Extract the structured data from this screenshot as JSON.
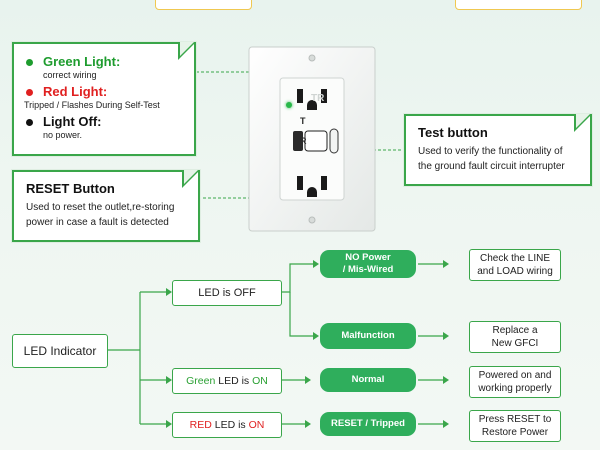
{
  "legend": {
    "green": {
      "label": "Green Light:",
      "desc": "correct wiring",
      "color": "#1e9c2e"
    },
    "red": {
      "label": "Red Light:",
      "desc": "Tripped / Flashes During Self-Test",
      "color": "#e02020"
    },
    "off": {
      "label": "Light Off:",
      "desc": "no power.",
      "color": "#111111"
    }
  },
  "test_callout": {
    "title": "Test button",
    "desc_1": "Used to verify the functionality of",
    "desc_2": "the ground fault circuit interrupter"
  },
  "reset_callout": {
    "title": "RESET Button",
    "desc_1": "Used to reset the outlet,re-storing",
    "desc_2": "power in case a fault is detected"
  },
  "outlet": {
    "face_text": "TR",
    "test_letter": "T",
    "reset_letter": "R"
  },
  "flow": {
    "root": "LED Indicator",
    "off": {
      "label": "LED is OFF"
    },
    "green": {
      "color_word": "Green",
      "rest": " LED is ",
      "state": "ON",
      "color": "#2aa033"
    },
    "red": {
      "color_word": "RED",
      "rest": " LED is ",
      "state": "ON",
      "color": "#e02020"
    },
    "no_power": {
      "line1": "NO Power",
      "line2": "/ Mis-Wired"
    },
    "malfunction": "Malfunction",
    "normal": "Normal",
    "reset_tripped": "RESET / Tripped",
    "out_check": {
      "line1": "Check the LINE",
      "line2": "and LOAD wiring"
    },
    "out_replace": {
      "line1": "Replace a",
      "line2": "New GFCI"
    },
    "out_powered": {
      "line1": "Powered on and",
      "line2": "working properly"
    },
    "out_press": {
      "line1": "Press RESET to",
      "line2": "Restore Power"
    }
  },
  "colors": {
    "accent": "#3aa64a",
    "pill": "#2fae5c"
  }
}
